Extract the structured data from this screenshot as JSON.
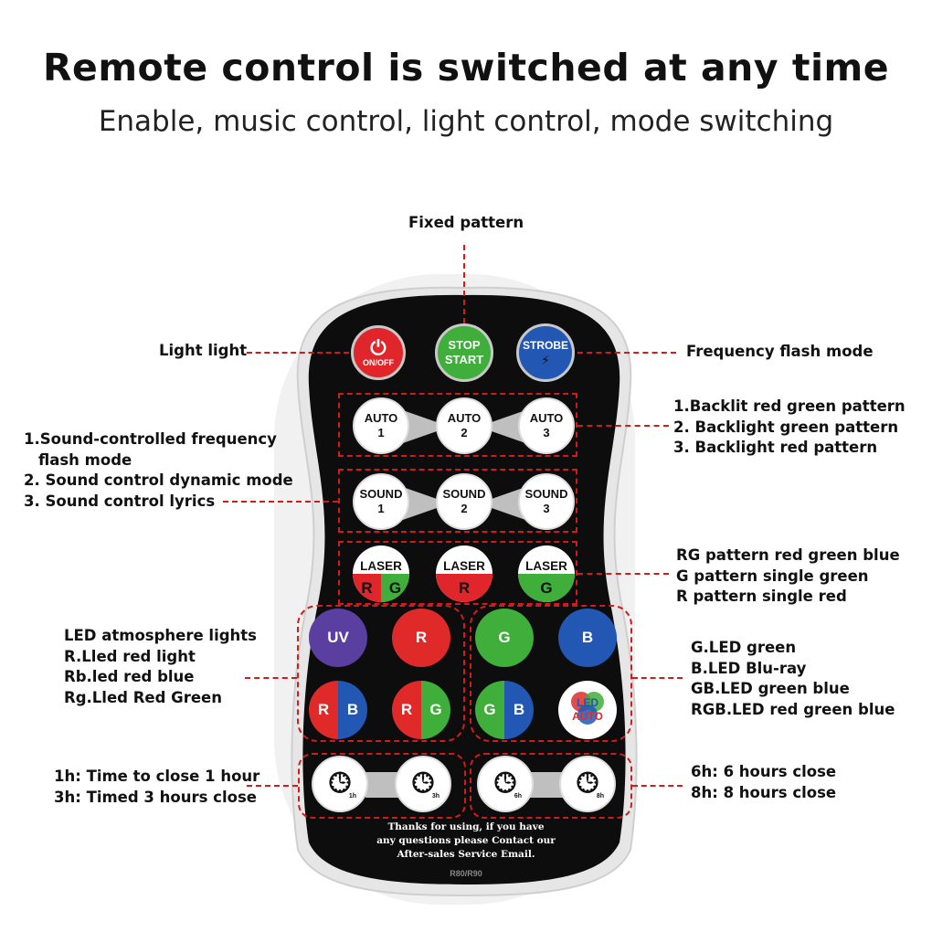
{
  "header": {
    "title": "Remote control is switched at any time",
    "subtitle": "Enable, music control, light control, mode switching"
  },
  "annotations": {
    "fixed_pattern": "Fixed pattern",
    "light_light": "Light light",
    "frequency_flash": "Frequency flash mode",
    "auto_desc": [
      "1.Backlit red green pattern",
      "2. Backlight green pattern",
      "3. Backlight red pattern"
    ],
    "sound_desc": [
      "1.Sound-controlled frequency",
      "flash mode",
      "2. Sound control dynamic mode",
      "3. Sound control lyrics"
    ],
    "laser_desc": [
      "RG pattern red green blue",
      "G pattern single green",
      "R pattern single red"
    ],
    "led_left_desc": [
      "LED atmosphere lights",
      "R.Lled red light",
      "Rb.led red blue",
      "Rg.Lled Red Green"
    ],
    "led_right_desc": [
      "G.LED green",
      "B.LED Blu-ray",
      "GB.LED green blue",
      "RGB.LED red green blue"
    ],
    "timer_left_desc": [
      "1h: Time to close 1 hour",
      "3h: Timed 3 hours close"
    ],
    "timer_right_desc": [
      "6h: 6 hours close",
      "8h: 8 hours close"
    ]
  },
  "remote": {
    "top_buttons": {
      "power": {
        "label": "ON/OFF",
        "color": "#e0262a"
      },
      "stop_start": {
        "line1": "STOP",
        "line2": "START",
        "color": "#3fae3a"
      },
      "strobe": {
        "label": "STROBE",
        "color": "#2357b4"
      }
    },
    "auto_buttons": [
      {
        "line1": "AUTO",
        "line2": "1"
      },
      {
        "line1": "AUTO",
        "line2": "2"
      },
      {
        "line1": "AUTO",
        "line2": "3"
      }
    ],
    "sound_buttons": [
      {
        "line1": "SOUND",
        "line2": "1"
      },
      {
        "line1": "SOUND",
        "line2": "2"
      },
      {
        "line1": "SOUND",
        "line2": "3"
      }
    ],
    "laser_buttons": [
      {
        "top": "LASER",
        "parts": [
          "R",
          "G"
        ]
      },
      {
        "top": "LASER",
        "parts": [
          "R"
        ]
      },
      {
        "top": "LASER",
        "parts": [
          "G"
        ]
      }
    ],
    "led_buttons": {
      "uv": {
        "label": "UV",
        "color": "#5a3fa0"
      },
      "r": {
        "label": "R",
        "color": "#e02a2a"
      },
      "g": {
        "label": "G",
        "color": "#3fae3a"
      },
      "b": {
        "label": "B",
        "color": "#2357b4"
      },
      "rb": {
        "left": "R",
        "right": "B"
      },
      "rg": {
        "left": "R",
        "right": "G"
      },
      "gb": {
        "left": "G",
        "right": "B"
      },
      "led_auto": {
        "line1": "LED",
        "line2": "AUTO"
      }
    },
    "timer_buttons": [
      {
        "label": "1h"
      },
      {
        "label": "3h"
      },
      {
        "label": "6h"
      },
      {
        "label": "8h"
      }
    ],
    "footer": [
      "Thanks for using, if you have",
      "any questions please Contact our",
      "After-sales Service Email."
    ],
    "model": "R80/R90"
  }
}
